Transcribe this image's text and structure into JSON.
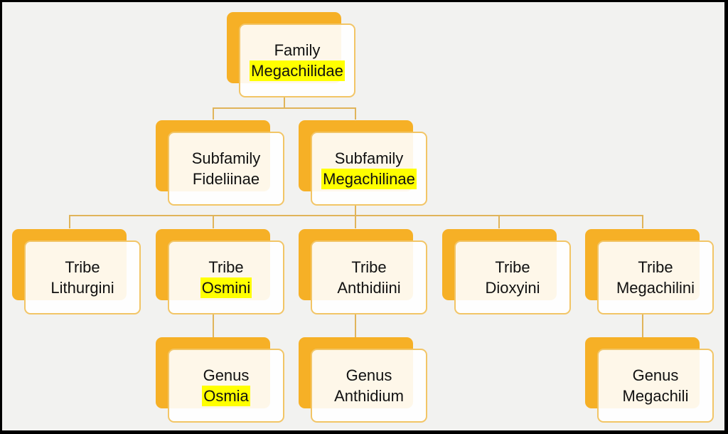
{
  "diagram": {
    "family": {
      "rank": "Family",
      "name": "Megachilidae",
      "highlighted": true
    },
    "subfamilies": [
      {
        "rank": "Subfamily",
        "name": "Fideliinae",
        "highlighted": false
      },
      {
        "rank": "Subfamily",
        "name": "Megachilinae",
        "highlighted": true
      }
    ],
    "tribes": [
      {
        "rank": "Tribe",
        "name": "Lithurgini",
        "highlighted": false
      },
      {
        "rank": "Tribe",
        "name": "Osmini",
        "highlighted": true
      },
      {
        "rank": "Tribe",
        "name": "Anthidiini",
        "highlighted": false
      },
      {
        "rank": "Tribe",
        "name": "Dioxyini",
        "highlighted": false
      },
      {
        "rank": "Tribe",
        "name": "Megachilini",
        "highlighted": false
      }
    ],
    "genera": [
      {
        "rank": "Genus",
        "name": "Osmia",
        "highlighted": true
      },
      {
        "rank": "Genus",
        "name": "Anthidium",
        "highlighted": false
      },
      {
        "rank": "Genus",
        "name": "Megachili",
        "highlighted": false
      }
    ],
    "colors": {
      "box_back": "#f6b026",
      "highlight": "#ffff00",
      "connector": "#e0b45a"
    }
  }
}
